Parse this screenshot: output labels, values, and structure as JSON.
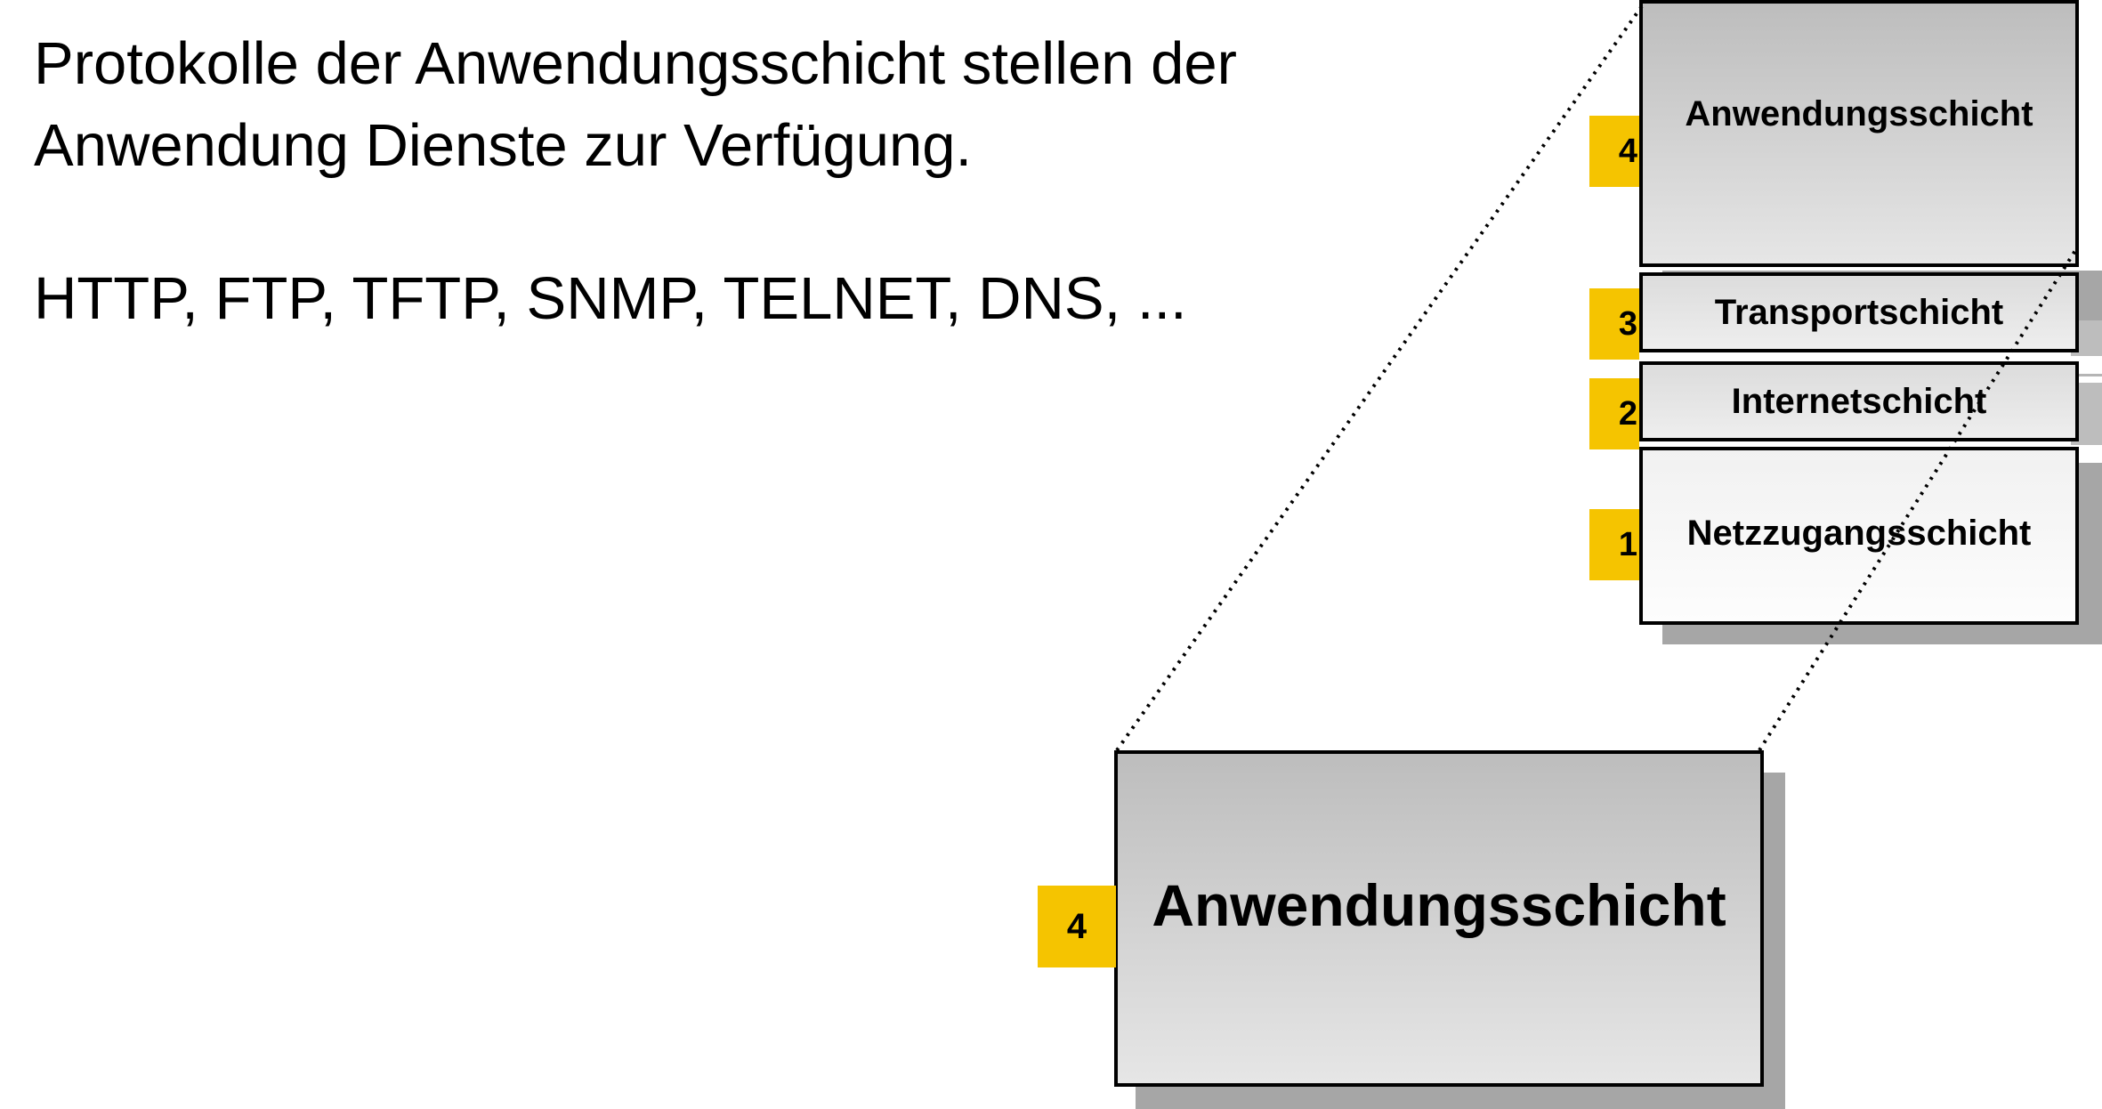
{
  "intro": {
    "line1": "Protokolle der Anwendungsschicht stellen der",
    "line2": "Anwendung Dienste zur Verfügung."
  },
  "protocols": "HTTP, FTP, TFTP, SNMP, TELNET, DNS, ...",
  "stack": {
    "layers": [
      {
        "number": "4",
        "label": "Anwendungsschicht"
      },
      {
        "number": "3",
        "label": "Transportschicht"
      },
      {
        "number": "2",
        "label": "Internetschicht"
      },
      {
        "number": "1",
        "label": "Netzzugangsschicht"
      }
    ]
  },
  "zoom": {
    "number": "4",
    "label": "Anwendungsschicht"
  },
  "colors": {
    "badge": "#f5c400",
    "shadow": "#a6a6a6",
    "border": "#000000"
  }
}
